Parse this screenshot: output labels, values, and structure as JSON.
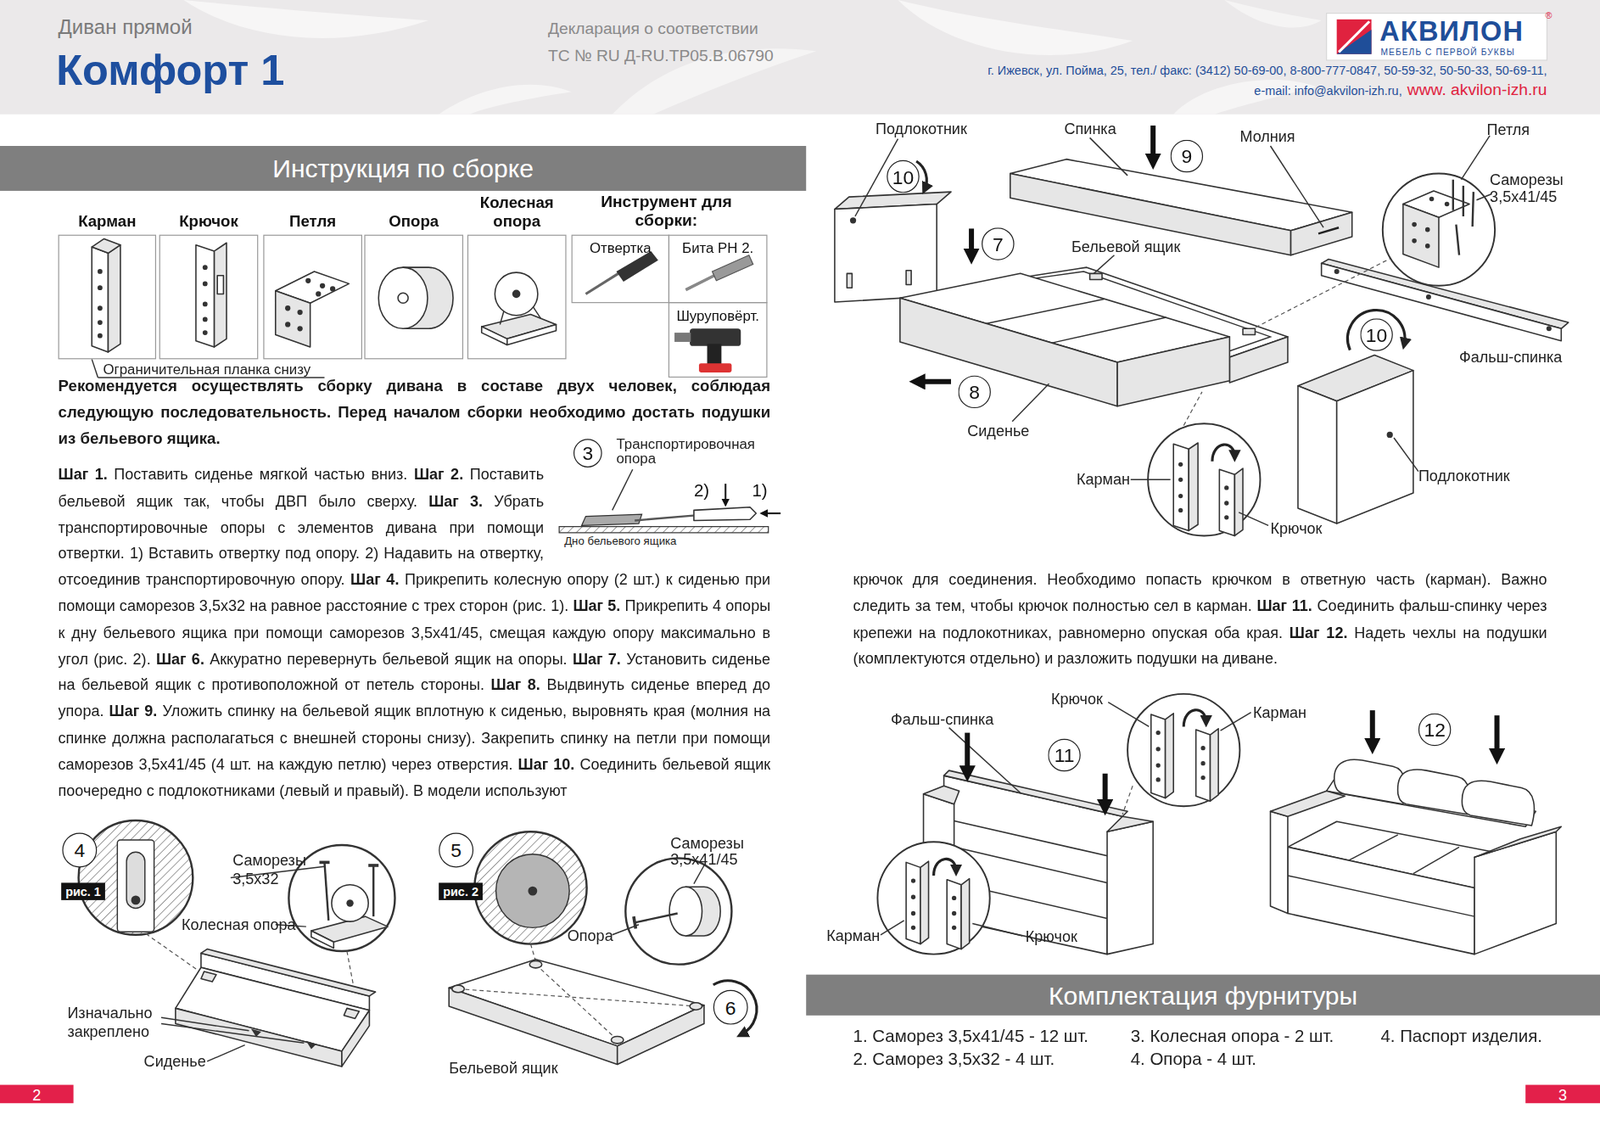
{
  "diagram": {
    "title": "Комфорт 1",
    "nodes": [
      {
        "text": [
          "Инструкция по сборке"
        ]
      },
      {
        "text": [
          "Карман"
        ]
      },
      {
        "text": [
          "Крючок"
        ]
      },
      {
        "text": [
          "Петля"
        ]
      },
      {
        "text": [
          "Опора"
        ]
      },
      {
        "text": [
          "Колесная опора"
        ]
      },
      {
        "text": [
          "Отвертка"
        ]
      },
      {
        "text": [
          "Бита PH 2."
        ]
      },
      {
        "text": [
          "Шуруповёрт."
        ]
      },
      {
        "text": [
          "3"
        ]
      },
      {
        "text": [
          "4"
        ]
      },
      {
        "text": [
          "рис. 1"
        ]
      },
      {
        "text": [
          "5"
        ]
      },
      {
        "text": [
          "рис. 2"
        ]
      },
      {
        "text": [
          "6"
        ]
      },
      {
        "text": [
          "2"
        ]
      },
      {
        "text": [
          "АКВИЛОН",
          "МЕБЕЛЬ С ПЕРВОЙ БУКВЫ",
          "®"
        ]
      },
      {
        "text": [
          "10"
        ]
      },
      {
        "text": [
          "9"
        ]
      },
      {
        "text": [
          "7"
        ]
      },
      {
        "text": [
          "10"
        ]
      },
      {
        "text": [
          "8"
        ]
      },
      {
        "text": [
          "11"
        ]
      },
      {
        "text": [
          "12"
        ]
      },
      {
        "text": [
          "Комплектация фурнитуры"
        ]
      },
      {
        "text": [
          "3"
        ]
      }
    ],
    "labels": [
      "Диван прямой",
      "Декларация о соответствии ТС № RU Д-RU.ТР05.В.06790",
      "г. Ижевск, ул. Пойма, 25, тел./ факс: (3412) 50-69-00, 8-800-777-0847, 50-59-32, 50-50-33, 50-69-11,",
      "e-mail: info@akvilon-izh.ru,",
      "www. akvilon-izh.ru",
      "Ограничительная планка снизу",
      "Инструмент для сборки:",
      "Рекомендуется осуществлять сборку дивана в составе двух человек, соблюдая следующую последовательность. Перед началом сборки необходимо достать подушки из бельевого ящика.",
      "Шаг 1.",
      "Поставить сиденье мягкой частью вниз.",
      "Шаг 2.",
      "Поставить бельевой ящик так, чтобы ДВП было сверху.",
      "Шаг 3.",
      "Убрать транспортировочные опоры с элементов дивана при помощи отвертки. 1) Вставить отвертку под опору. 2) Надавить на отвертку, отсоединив транспортировочную опору.",
      "Шаг 4.",
      "Прикрепить колесную опору (2 шт.) к сиденью при помощи саморезов 3,5х32 на равное расстояние с трех сторон (рис. 1).",
      "Шаг 5.",
      "Прикрепить 4 опоры к дну бельевого ящика при помощи саморезов 3,5х41/45, смещая каждую опору максимально в угол (рис. 2).",
      "Шаг 6.",
      "Аккуратно перевернуть бельевой ящик на опоры.",
      "Шаг 7.",
      "Установить сиденье на бельевой ящик с противоположной от петель стороны.",
      "Шаг 8.",
      "Выдвинуть сиденье вперед до упора.",
      "Шаг 9.",
      "Уложить спинку на бельевой ящик вплотную к сиденью, выровнять края (молния на спинке должна располагаться с внешней стороны снизу). Закрепить спинку на петли при помощи саморезов 3,5х41/45 (4 шт. на каждую петлю) через отверстия.",
      "Шаг 10.",
      "Соединить бельевой ящик поочередно с подлокотниками (левый и правый). В модели используют",
      "Транспортировочная опора",
      "2)",
      "1)",
      "Дно бельевого ящика",
      "Саморезы 3,5х32",
      "Колесная опора",
      "Изначально закреплено",
      "Сиденье",
      "Саморезы 3,5х41/45",
      "Опора",
      "Бельевой ящик",
      "Подлокотник",
      "Спинка",
      "Молния",
      "Петля",
      "Саморезы 3,5х41/45",
      "Бельевой ящик",
      "Фальш-спинка",
      "Сиденье",
      "Карман",
      "Крючок",
      "Подлокотник",
      "крючок для соединения. Необходимо попасть крючком в ответную часть (карман). Важно следить за тем, чтобы крючок полностью сел в карман.",
      "Шаг 11.",
      "Соединить фальш-спинку через крепежи на подлокотниках, равномерно опуская оба края.",
      "Шаг 12.",
      "Надеть чехлы на подушки (комплектуются отдельно) и разложить подушки на диване.",
      "Крючок",
      "Карман",
      "Фальш-спинка",
      "Карман",
      "Крючок",
      "1. Саморез 3,5х41/45 - 12 шт.",
      "2. Саморез 3,5х32 - 4 шт.",
      "3. Колесная опора - 2 шт.",
      "4. Опора - 4 шт.",
      "4. Паспорт изделия."
    ]
  }
}
